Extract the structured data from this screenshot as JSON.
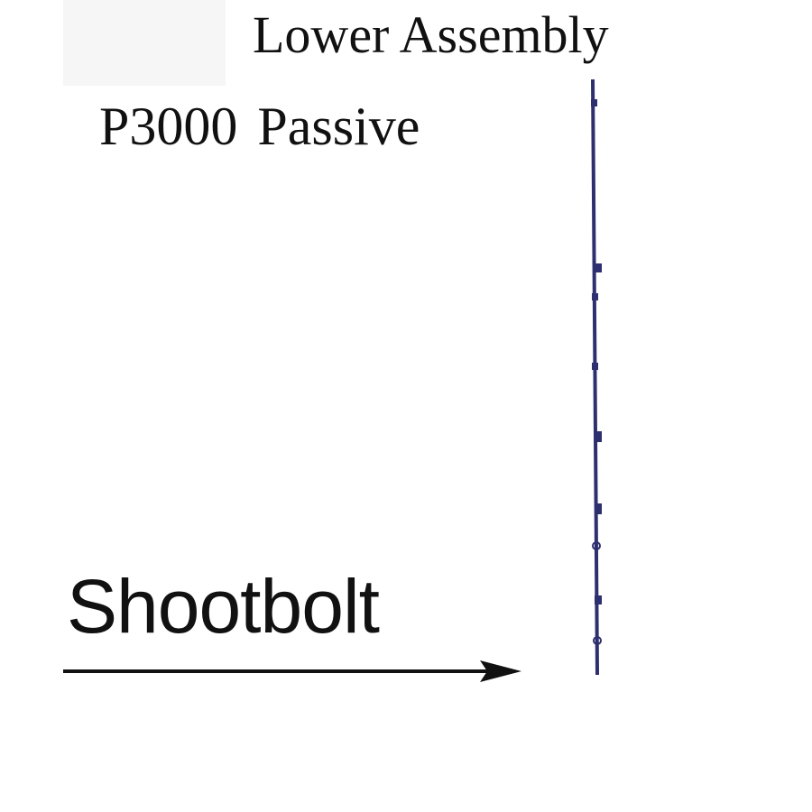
{
  "header": {
    "line1": "Lower Assembly",
    "line2_part1": "P3000",
    "line2_part2": "Passive"
  },
  "callout": {
    "label": "Shootbolt",
    "arrow_color": "#111111"
  },
  "rod": {
    "color": "#2d2f6e",
    "fixing_count": 9
  }
}
